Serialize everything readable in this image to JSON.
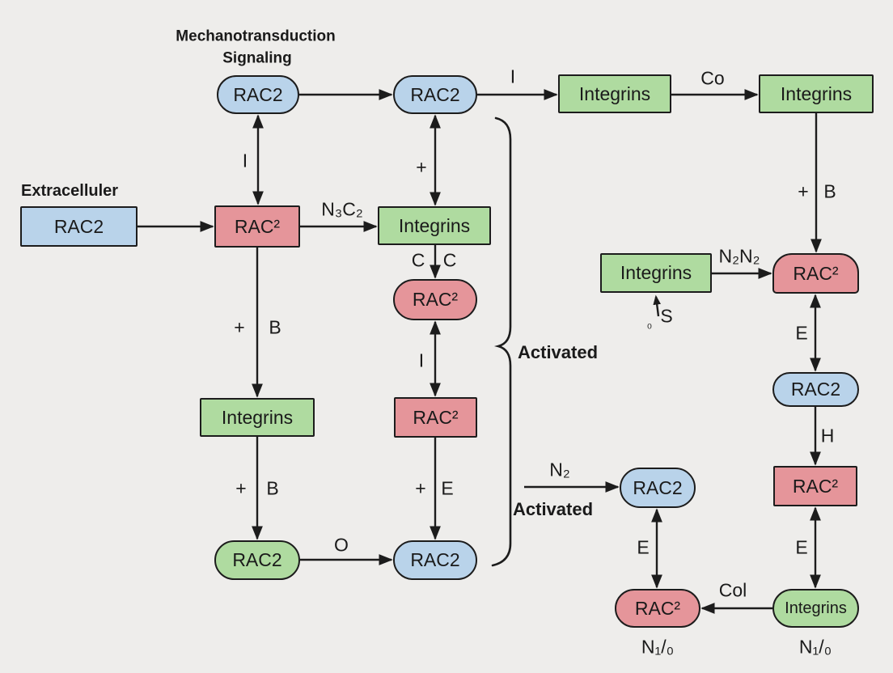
{
  "diagram_title": "Mechanotransduction Signaling",
  "colors": {
    "background": "#eeedeb",
    "node_blue": "#b9d3ea",
    "node_green": "#afdba0",
    "node_red": "#e5959a",
    "stroke": "#1c1c1c"
  },
  "headings": {
    "signaling_line1": "Mechanotransduction",
    "signaling_line2": "Signaling",
    "extracellular": "Extracelluler"
  },
  "annotations": {
    "activated_brace": "Activated",
    "activated_arrow": "Activated",
    "n_ratio_left": "N₁/₀",
    "n_ratio_right": "N₁/₀"
  },
  "nodes": [
    {
      "id": "rac2-mechano-1",
      "label": "RAC2",
      "shape": "pill",
      "fill": "blue"
    },
    {
      "id": "rac2-mechano-2",
      "label": "RAC2",
      "shape": "pill",
      "fill": "blue"
    },
    {
      "id": "integrins-top-1",
      "label": "Integrins",
      "shape": "rect",
      "fill": "green"
    },
    {
      "id": "integrins-top-2",
      "label": "Integrins",
      "shape": "rect",
      "fill": "green"
    },
    {
      "id": "rac2-extracell",
      "label": "RAC2",
      "shape": "rect",
      "fill": "blue"
    },
    {
      "id": "rac2-sq-left",
      "label": "RAC²",
      "shape": "rect",
      "fill": "red"
    },
    {
      "id": "integrins-mid",
      "label": "Integrins",
      "shape": "rect",
      "fill": "green"
    },
    {
      "id": "rac2-sq-pill-mid",
      "label": "RAC²",
      "shape": "pill",
      "fill": "red"
    },
    {
      "id": "rac2-sq-box-mid",
      "label": "RAC²",
      "shape": "rect",
      "fill": "red"
    },
    {
      "id": "rac2-pill-mid-bot",
      "label": "RAC2",
      "shape": "pill",
      "fill": "blue"
    },
    {
      "id": "integrins-left",
      "label": "Integrins",
      "shape": "rect",
      "fill": "green"
    },
    {
      "id": "rac2-pill-green",
      "label": "RAC2",
      "shape": "pill",
      "fill": "green"
    },
    {
      "id": "rac2-activated",
      "label": "RAC2",
      "shape": "pill",
      "fill": "blue"
    },
    {
      "id": "rac2-sq-pill-bot",
      "label": "RAC²",
      "shape": "pill",
      "fill": "red"
    },
    {
      "id": "integrins-right",
      "label": "Integrins",
      "shape": "rect",
      "fill": "green"
    },
    {
      "id": "rac2-sq-tomb",
      "label": "RAC²",
      "shape": "tomb",
      "fill": "red"
    },
    {
      "id": "rac2-pill-right",
      "label": "RAC2",
      "shape": "pill",
      "fill": "blue"
    },
    {
      "id": "rac2-sq-box-right",
      "label": "RAC²",
      "shape": "rect",
      "fill": "red"
    },
    {
      "id": "integrins-pill",
      "label": "Integrins",
      "shape": "pill",
      "fill": "green"
    }
  ],
  "labels": {
    "i_top": "I",
    "co": "Co",
    "i_left": "I",
    "plus_mid": "+",
    "n3c2": "N₃C₂",
    "c_left": "C",
    "c_right": "C",
    "i_mid": "I",
    "plus_b_upper_plus": "+",
    "plus_b_upper_b": "B",
    "plus_b_lower_plus": "+",
    "plus_b_lower_b": "B",
    "plus_e_plus": "+",
    "plus_e_e": "E",
    "o": "O",
    "n2": "N₂",
    "plus_b_right_plus": "+",
    "plus_b_right_b": "B",
    "n2n2": "N₂N₂",
    "sub0": "₀",
    "s": "S",
    "e_upper_right": "E",
    "h": "H",
    "e_lower_right": "E",
    "e_lower_left": "E",
    "col": "Col"
  }
}
